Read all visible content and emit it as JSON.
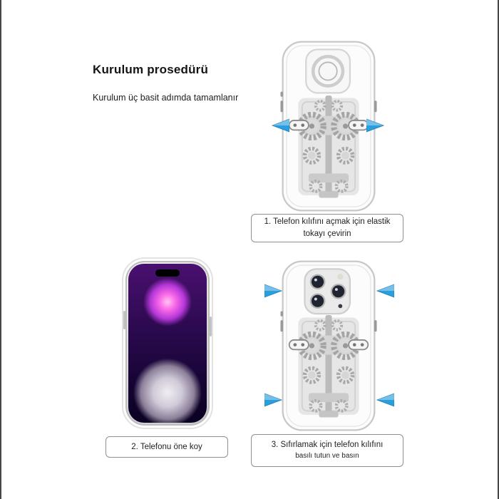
{
  "header": {
    "title": "Kurulum prosedürü",
    "subtitle": "Kurulum üç basit adımda tamamlanır"
  },
  "steps": {
    "step1": {
      "line1": "1. Telefon kılıfını açmak için elastik",
      "line2": "tokayı çevirin"
    },
    "step2": {
      "line1": "2. Telefonu öne koy"
    },
    "step3": {
      "line1": "3. Sıfırlamak için telefon kılıfını",
      "line2": "basılı tutun ve basın"
    }
  },
  "colors": {
    "arrow": "#2b9edd"
  },
  "icons": {
    "arrow_left": "◀",
    "arrow_right": "▶"
  }
}
